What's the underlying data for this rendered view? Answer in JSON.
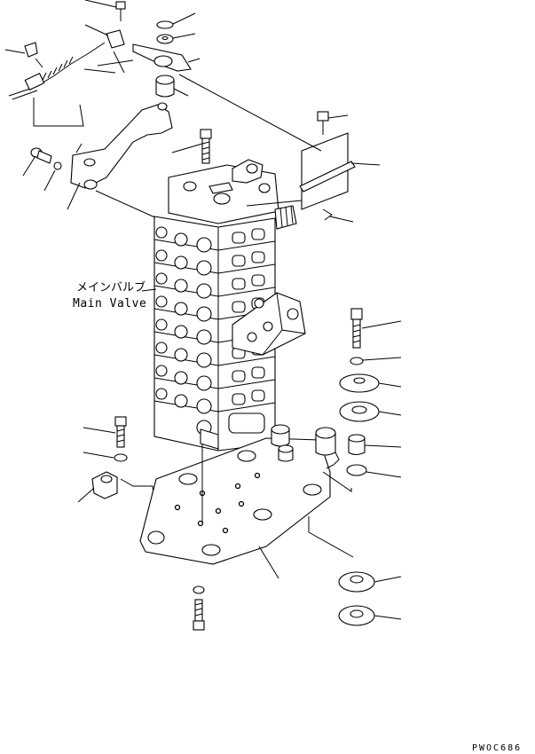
{
  "diagram": {
    "label_jp": "メインバルブ",
    "label_en": "Main Valve",
    "drawing_code": "PWOC686"
  }
}
